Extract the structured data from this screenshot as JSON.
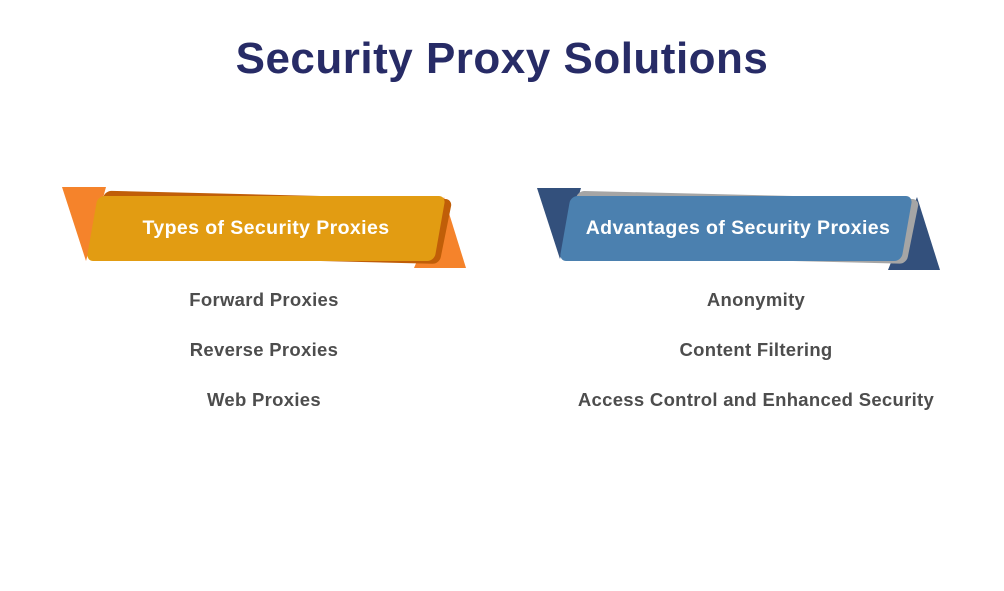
{
  "title": {
    "text": "Security Proxy Solutions",
    "color": "#272B66"
  },
  "background_color": "#FFFFFF",
  "list_text_color": "#4D4D4D",
  "ribbons": [
    {
      "id": "types",
      "label": "Types of Security Proxies",
      "colors": {
        "banner": "#E29C12",
        "fold": "#F5832B",
        "shadow": "#C05E08",
        "text": "#FFFFFF"
      },
      "items": [
        "Forward Proxies",
        "Reverse Proxies",
        "Web Proxies"
      ]
    },
    {
      "id": "advantages",
      "label": "Advantages of Security Proxies",
      "colors": {
        "banner": "#4B80AF",
        "fold": "#33507C",
        "shadow": "#A5A5A5",
        "text": "#FFFFFF"
      },
      "items": [
        "Anonymity",
        "Content Filtering",
        "Access Control and Enhanced Security"
      ]
    }
  ]
}
